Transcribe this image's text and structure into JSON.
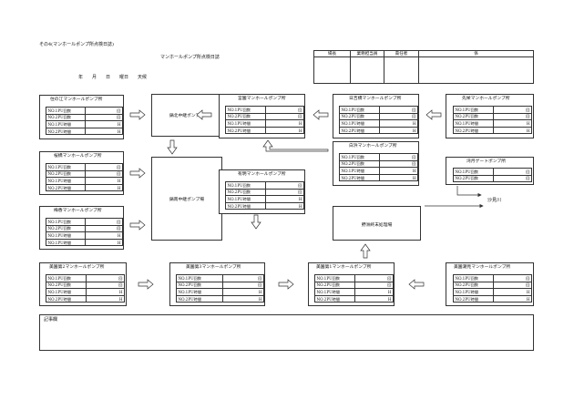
{
  "doc": {
    "form_title": "その4(マンホールポンプ所点検日誌)",
    "subtitle": "マンホールポンプ所点検日誌",
    "date_line": "年　　月　　日　　曜日　　天候",
    "approval": [
      "場長",
      "業務担当員",
      "責任者",
      "係"
    ],
    "remarks_label": "記事欄"
  },
  "labels": {
    "pump1_count": "NO.1PU回数",
    "pump2_count": "NO.2PU回数",
    "pump1_hours": "NO.1PU時間",
    "pump2_hours": "NO.2PU時間",
    "unit_count": "回",
    "unit_hours": "H"
  },
  "stations": {
    "s1": "住の江マンホールポンプ所",
    "s2": "桜橋マンホールポンプ所",
    "s3": "梅香マンホールポンプ所",
    "s4": "宮園マンホールポンプ所",
    "s5": "日吉橋マンホールポンプ所",
    "s6": "先栄マンホールポンプ所",
    "s7": "白浜マンホールポンプ所",
    "s8": "有明マンホールポンプ所",
    "s9": "湾月ゲートポンプ所",
    "s10": "美園第2マンホールポンプ所",
    "s11": "美園第3マンホールポンプ所",
    "s12": "美園第1マンホールポンプ所",
    "s13": "美園潮見マンホールポンプ所"
  },
  "facilities": {
    "f1": "鍋北中継ポンプ場",
    "f2": "鍋南中継ポンプ場",
    "f3": "野洲終末処理場",
    "dest": "沙見川"
  }
}
